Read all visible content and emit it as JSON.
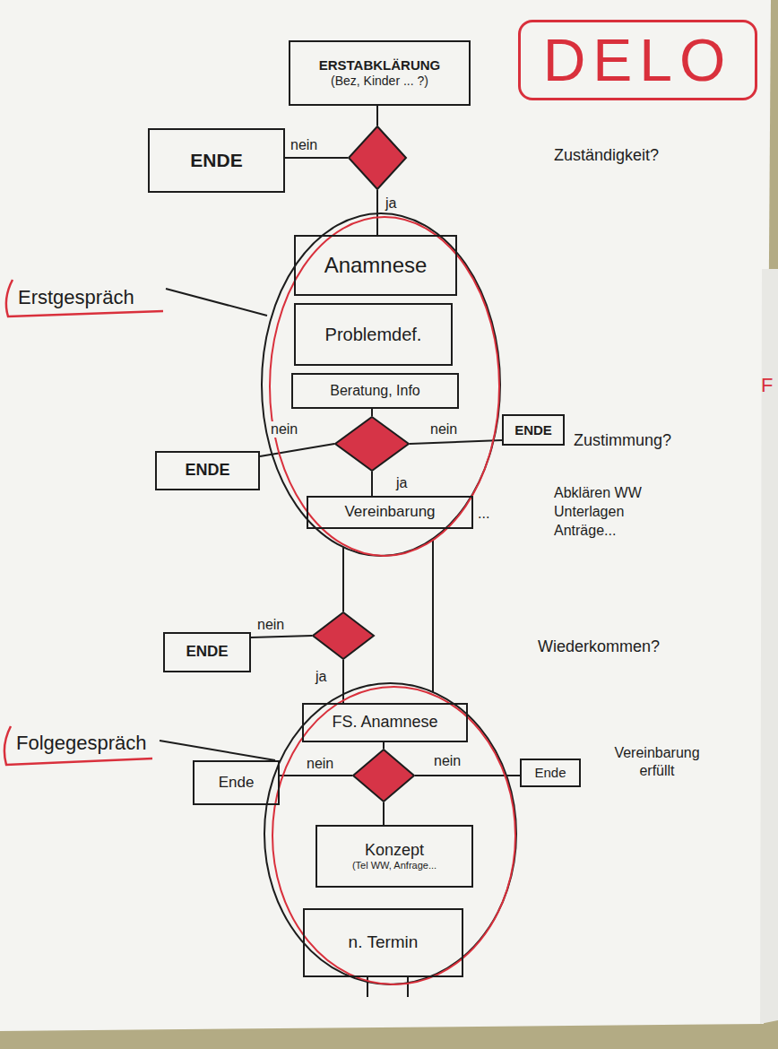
{
  "diagram": {
    "title": "DELO",
    "nodes": [
      {
        "text": [
          "ERSTABKLÄRUNG",
          "(Bez, Kinder ... ?)"
        ]
      },
      {
        "text": [
          "Zuständigkeit?"
        ]
      },
      {
        "text": [
          "ENDE"
        ]
      },
      {
        "text": [
          "Erstgespräch"
        ]
      },
      {
        "text": [
          "Anamnese"
        ],
        "in": 3
      },
      {
        "text": [
          "Problemdef."
        ],
        "in": 3
      },
      {
        "text": [
          "Beratung, Info"
        ],
        "in": 3
      },
      {
        "text": [
          "Zustimmung?"
        ],
        "in": 3
      },
      {
        "text": [
          "ENDE"
        ]
      },
      {
        "text": [
          "ENDE"
        ]
      },
      {
        "text": [
          "Vereinbarung"
        ],
        "in": 3
      },
      {
        "text": [
          "Wiederkommen?"
        ]
      },
      {
        "text": [
          "ENDE"
        ]
      },
      {
        "text": [
          "Folgegespräch"
        ]
      },
      {
        "text": [
          "FS. Anamnese"
        ],
        "in": 13
      },
      {
        "text": [
          "Vereinbarung erfüllt"
        ],
        "in": 13
      },
      {
        "text": [
          "Ende"
        ]
      },
      {
        "text": [
          "Ende"
        ]
      },
      {
        "text": [
          "Konzept",
          "(Tel WW, Anfrage..."
        ],
        "in": 13
      },
      {
        "text": [
          "n. Termin"
        ],
        "in": 13
      }
    ],
    "edges": [
      {
        "from": 0,
        "to": 1,
        "arrow": "none"
      },
      {
        "from": 1,
        "to": 2,
        "label": "nein",
        "arrow": "none"
      },
      {
        "from": 1,
        "to": 4,
        "label": "ja",
        "arrow": "none"
      },
      {
        "from": 6,
        "to": 7,
        "arrow": "none"
      },
      {
        "from": 7,
        "to": 8,
        "label": "nein",
        "arrow": "none"
      },
      {
        "from": 7,
        "to": 9,
        "label": "nein",
        "arrow": "none"
      },
      {
        "from": 7,
        "to": 10,
        "label": "ja",
        "arrow": "none"
      },
      {
        "from": 3,
        "to": 11,
        "arrow": "none"
      },
      {
        "from": 3,
        "to": 13,
        "arrow": "none"
      },
      {
        "from": 11,
        "to": 12,
        "label": "nein",
        "arrow": "none"
      },
      {
        "from": 11,
        "to": 14,
        "label": "ja",
        "arrow": "none"
      },
      {
        "from": 14,
        "to": 15,
        "arrow": "none"
      },
      {
        "from": 15,
        "to": 16,
        "label": "nein",
        "arrow": "none"
      },
      {
        "from": 15,
        "to": 17,
        "label": "nein",
        "arrow": "none"
      },
      {
        "from": 15,
        "to": 18,
        "arrow": "none"
      }
    ],
    "labels": [
      "...",
      "Abklären WW Unterlagen Anträge...",
      "F"
    ]
  }
}
